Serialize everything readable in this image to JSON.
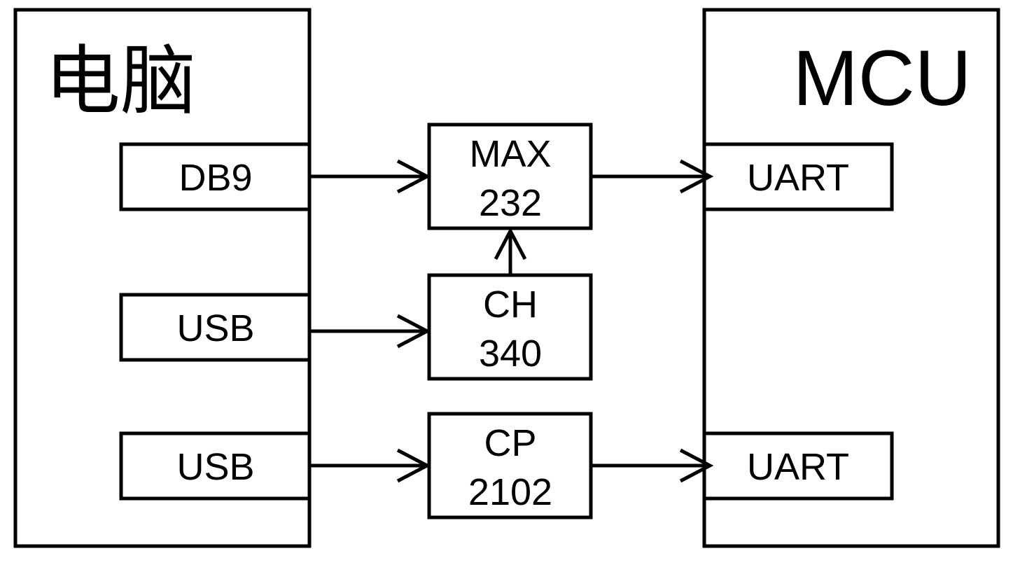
{
  "computer": {
    "title": "电脑",
    "ports": {
      "db9": "DB9",
      "usb_1": "USB",
      "usb_2": "USB"
    }
  },
  "mcu": {
    "title": "MCU",
    "ports": {
      "uart_1": "UART",
      "uart_2": "UART"
    }
  },
  "chips": {
    "max232": {
      "line1": "MAX",
      "line2": "232"
    },
    "ch340": {
      "line1": "CH",
      "line2": "340"
    },
    "cp2102": {
      "line1": "CP",
      "line2": "2102"
    }
  },
  "colors": {
    "stroke": "#000000",
    "background": "#ffffff"
  }
}
